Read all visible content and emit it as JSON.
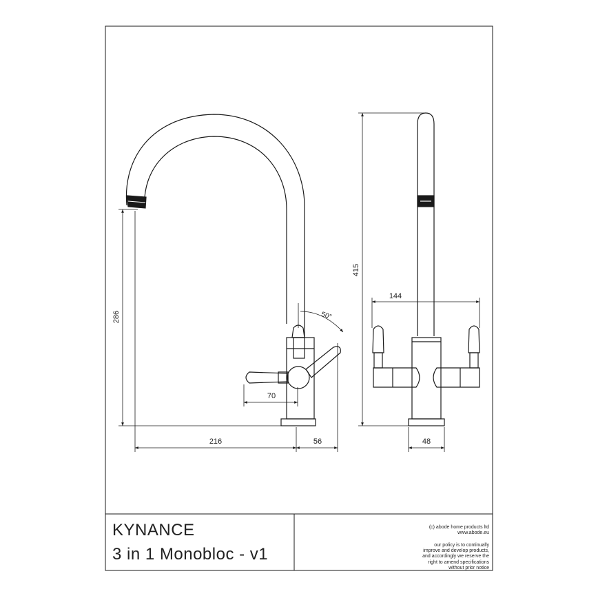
{
  "title_block": {
    "product_name": "KYNANCE",
    "product_subtitle": "3 in 1 Monobloc - v1",
    "copyright_lines": [
      "(c) abode home products ltd",
      "www.abode.eu"
    ],
    "policy_lines": [
      "our policy is to continually",
      "improve and develop products,",
      "and accordingly we reserve the",
      "right to amend specifications",
      "without prior notice"
    ]
  },
  "dimensions": {
    "spout_height": "286",
    "overall_height": "415",
    "handle_span": "144",
    "base_diameter": "48",
    "spout_reach": "216",
    "lever_depth": "56",
    "lever_projection": "70",
    "lever_angle": "50°"
  },
  "colors": {
    "line": "#1a1a1a",
    "background": "#ffffff"
  }
}
